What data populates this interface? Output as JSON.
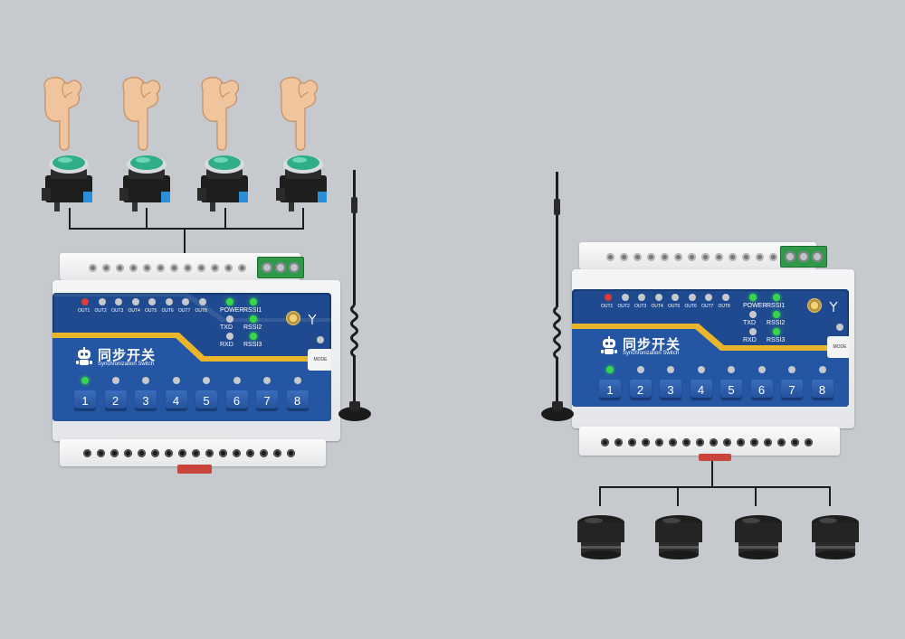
{
  "colors": {
    "background": "#c6c9cd",
    "panel_blue": "#1f4a8f",
    "key_blue": "#2f5fae",
    "led_green": "#37d64a",
    "led_red": "#e03a3a",
    "terminal_green": "#2e9a48"
  },
  "modules": [
    {
      "id": "transmitter",
      "brand_cn": "同步开关",
      "brand_en": "Synchronization Switch",
      "out_labels": [
        "OUT1",
        "OUT2",
        "OUT3",
        "OUT4",
        "OUT5",
        "OUT6",
        "OUT7",
        "OUT8"
      ],
      "status_labels": {
        "power": "POWER",
        "txd": "TXD",
        "rxd": "RXD"
      },
      "rssi_labels": [
        "RSSI1",
        "RSSI2",
        "RSSI3"
      ],
      "mode_label": "MODE",
      "channels": [
        "1",
        "2",
        "3",
        "4",
        "5",
        "6",
        "7",
        "8"
      ]
    },
    {
      "id": "receiver",
      "brand_cn": "同步开关",
      "brand_en": "Synchronization Switch",
      "out_labels": [
        "OUT1",
        "OUT2",
        "OUT3",
        "OUT4",
        "OUT5",
        "OUT6",
        "OUT7",
        "OUT8"
      ],
      "status_labels": {
        "power": "POWER",
        "txd": "TXD",
        "rxd": "RXD"
      },
      "rssi_labels": [
        "RSSI1",
        "RSSI2",
        "RSSI3"
      ],
      "mode_label": "MODE",
      "channels": [
        "1",
        "2",
        "3",
        "4",
        "5",
        "6",
        "7",
        "8"
      ]
    }
  ]
}
